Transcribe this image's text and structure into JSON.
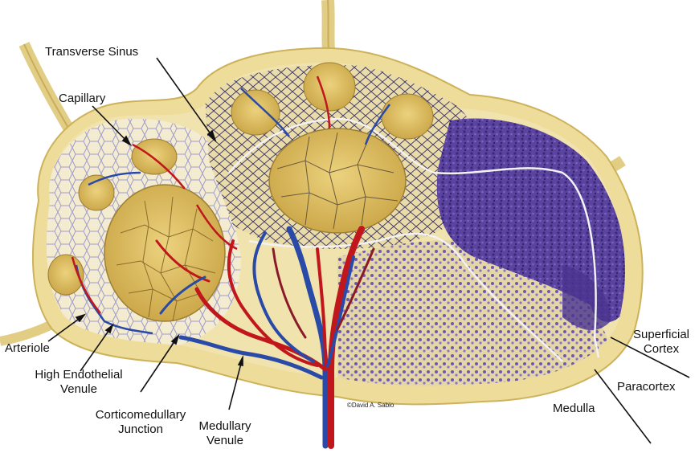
{
  "diagram": {
    "subject": "lymph node cross-section",
    "colors": {
      "capsule": "#eedc9a",
      "capsule_edge": "#cdb25a",
      "follicle": "#d9b95a",
      "cortex_purple": "#55409a",
      "medulla_bg": "#e6d8a8",
      "artery": "#c0161c",
      "vein": "#2a4aa8",
      "mesh": "#3c3568",
      "pointer": "#111111"
    },
    "labels": {
      "transverse_sinus": "Transverse Sinus",
      "capillary": "Capillary",
      "arteriole": "Arteriole",
      "high_endothelial_venule_line1": "High Endothelial",
      "high_endothelial_venule_line2": "Venule",
      "corticomedullary_junction_line1": "Corticomedullary",
      "corticomedullary_junction_line2": "Junction",
      "medullary_venule_line1": "Medullary",
      "medullary_venule_line2": "Venule",
      "superficial_cortex_line1": "Superficial",
      "superficial_cortex_line2": "Cortex",
      "paracortex": "Paracortex",
      "medulla": "Medulla"
    },
    "credit": "©David A. Sabio"
  }
}
